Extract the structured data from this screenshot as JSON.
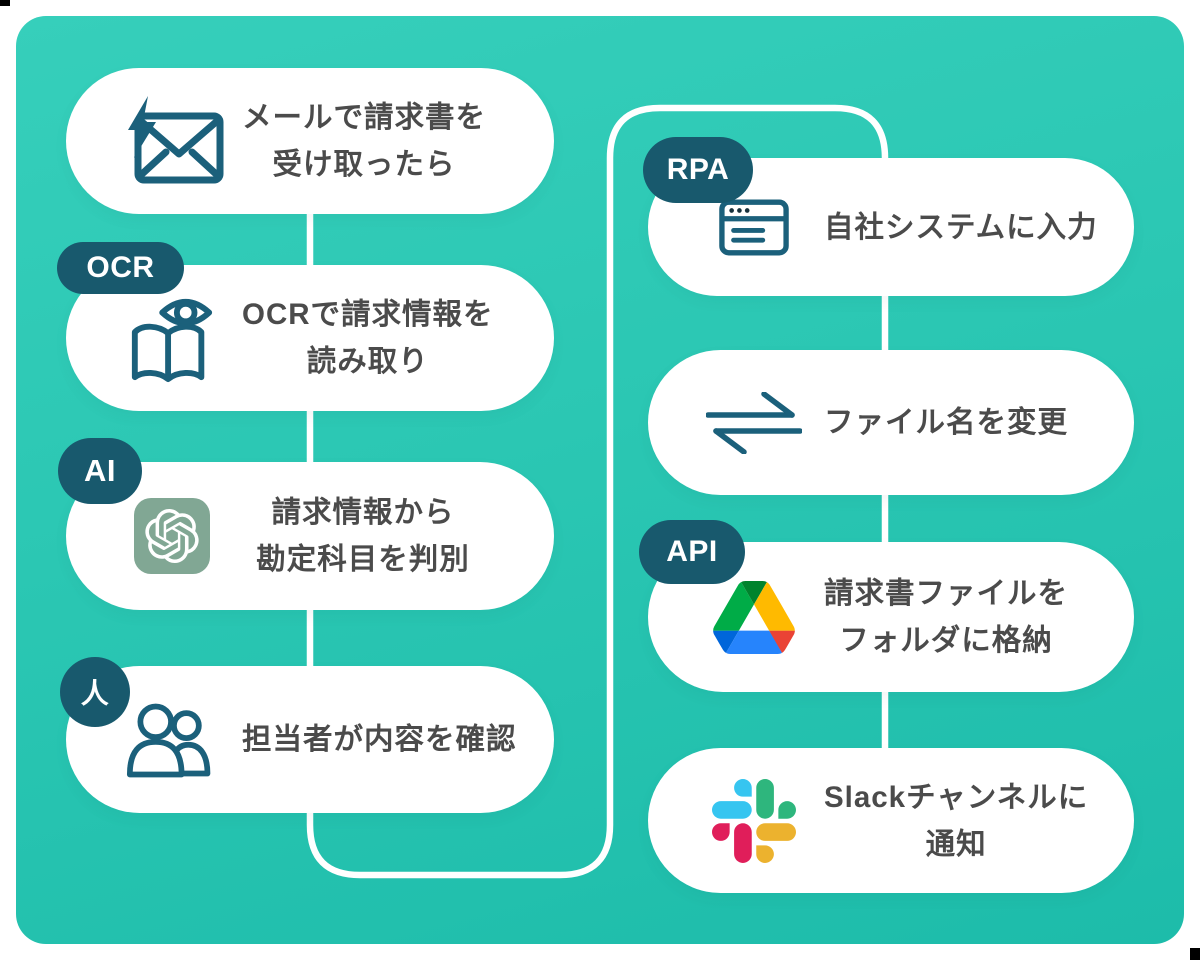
{
  "title": "invoice-processing-automation-flow",
  "colors": {
    "teal-light": "#36cfbb",
    "teal-mid": "#2bc7b3",
    "teal-dark": "#1dbcaa",
    "pill-bg": "#ffffff",
    "connector": "#ffffff",
    "badge": "#18596d",
    "icon": "#1b607b",
    "icon-dots": "#17313c",
    "text": "#4b4b4b",
    "openai-bg": "#81a794",
    "drive-blue-dark": "#0066da",
    "drive-green": "#00ac47",
    "drive-red": "#ea4335",
    "drive-green-dark": "#00832d",
    "drive-blue": "#2684fc",
    "drive-yellow": "#ffba00",
    "slack-blue": "#36c5f0",
    "slack-green": "#2eb67d",
    "slack-red": "#e01e5a",
    "slack-yellow": "#ecb22e"
  },
  "steps_left": [
    {
      "badge": "",
      "icon": "mail-bolt",
      "lines": [
        "メールで請求書を",
        "受け取ったら"
      ]
    },
    {
      "badge": "OCR",
      "icon": "ocr-book-eye",
      "lines": [
        "OCRで請求情報を",
        "読み取り"
      ]
    },
    {
      "badge": "AI",
      "icon": "openai-logo",
      "lines": [
        "請求情報から",
        "勘定科目を判別"
      ]
    },
    {
      "badge": "人",
      "icon": "people",
      "lines": [
        "担当者が内容を確認"
      ]
    }
  ],
  "steps_right": [
    {
      "badge": "RPA",
      "icon": "browser-window",
      "lines": [
        "自社システムに入力"
      ]
    },
    {
      "badge": "",
      "icon": "swap-arrows",
      "lines": [
        "ファイル名を変更"
      ]
    },
    {
      "badge": "API",
      "icon": "google-drive",
      "lines": [
        "請求書ファイルを",
        "フォルダに格納"
      ]
    },
    {
      "badge": "",
      "icon": "slack",
      "lines": [
        "Slackチャンネルに",
        "通知"
      ]
    }
  ]
}
